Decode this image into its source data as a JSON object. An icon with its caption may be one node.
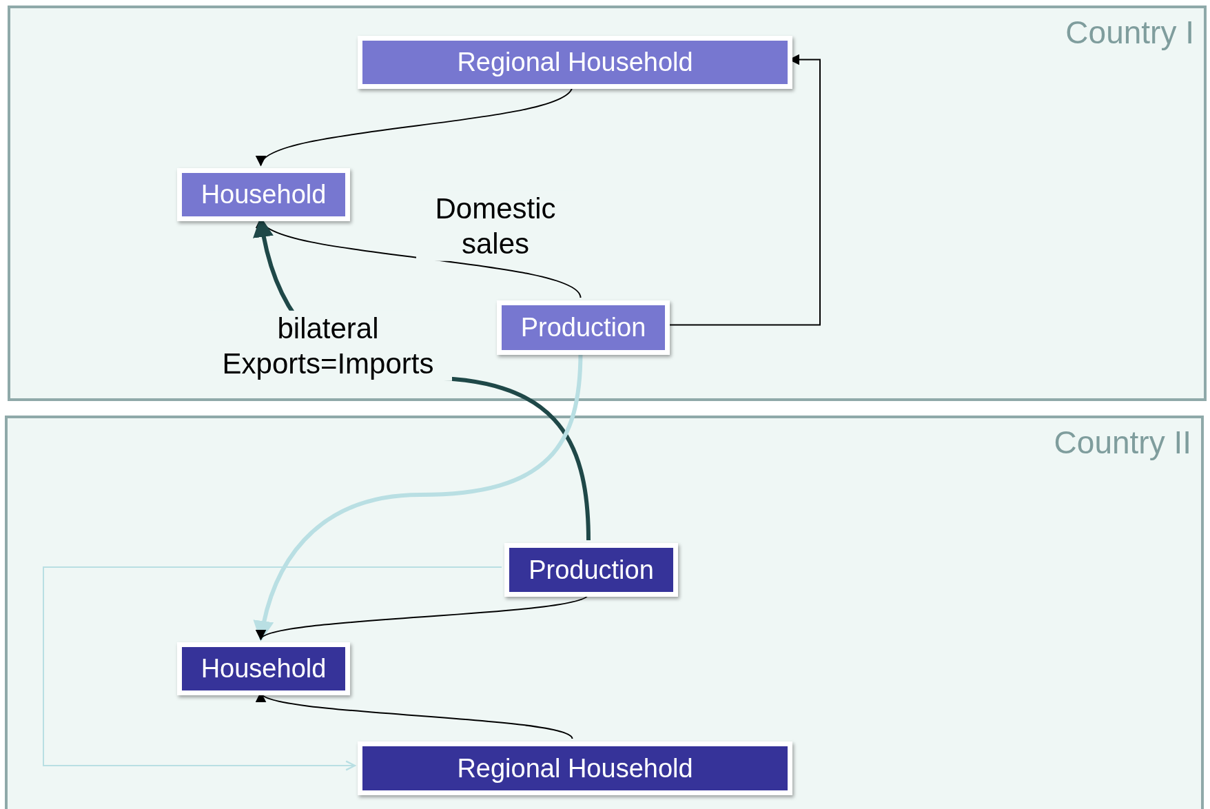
{
  "diagram": {
    "nodes": [
      {
        "text": [
          "Country I"
        ]
      },
      {
        "text": [
          "Regional Household"
        ],
        "in": 0
      },
      {
        "text": [
          "Household"
        ],
        "in": 0
      },
      {
        "text": [
          "Production"
        ],
        "in": 0
      },
      {
        "text": [
          "Country II"
        ]
      },
      {
        "text": [
          "Production"
        ],
        "in": 4
      },
      {
        "text": [
          "Household"
        ],
        "in": 4
      },
      {
        "text": [
          "Regional Household"
        ],
        "in": 4
      }
    ],
    "edges": [
      {
        "from": 1,
        "to": 2,
        "arrow": "to"
      },
      {
        "from": 3,
        "to": 2,
        "arrow": "to",
        "label": "Domestic sales"
      },
      {
        "from": 3,
        "to": 1,
        "arrow": "to"
      },
      {
        "from": 5,
        "to": 2,
        "arrow": "to",
        "label": "bilateral Exports=Imports",
        "style": "thick",
        "color": "#1f4848"
      },
      {
        "from": 3,
        "to": 6,
        "arrow": "to",
        "style": "thick",
        "color": "#b9dfe3"
      },
      {
        "from": 5,
        "to": 6,
        "arrow": "to"
      },
      {
        "from": 7,
        "to": 6,
        "arrow": "to"
      },
      {
        "from": 5,
        "to": 7,
        "arrow": "to",
        "color": "#b9dfe3"
      }
    ]
  }
}
